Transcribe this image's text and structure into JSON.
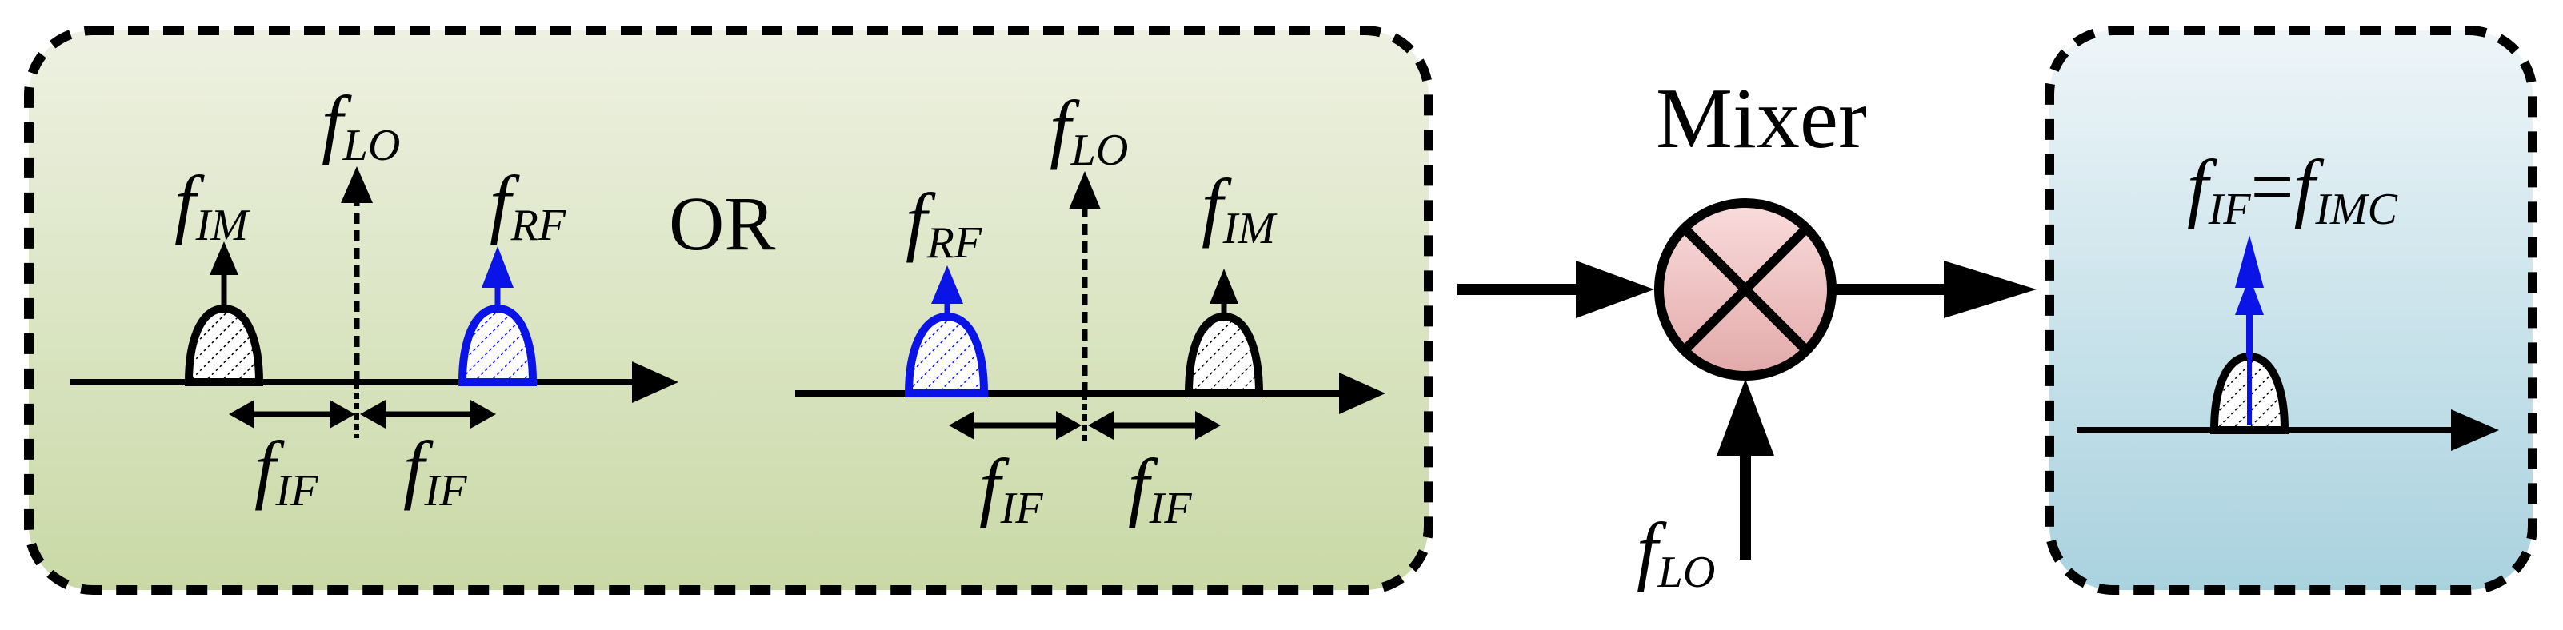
{
  "labels": {
    "mixer": "Mixer",
    "or": "OR",
    "f": "f",
    "lo": "LO",
    "im": "IM",
    "rf": "RF",
    "if": "IF",
    "eq": "=",
    "imc": "IMC"
  },
  "colors": {
    "signal_rf": "#0a14e6",
    "signal_im": "#000000",
    "panel_left_top": "#eef1e2",
    "panel_left_bottom": "#c9d9a6",
    "panel_right_top": "#eef5f8",
    "panel_right_bottom": "#a9d2df",
    "mixer_top": "#f9dcdc",
    "mixer_bottom": "#e3a9a9"
  },
  "icons": {
    "mixer": "circle-cross-mixer-icon"
  }
}
